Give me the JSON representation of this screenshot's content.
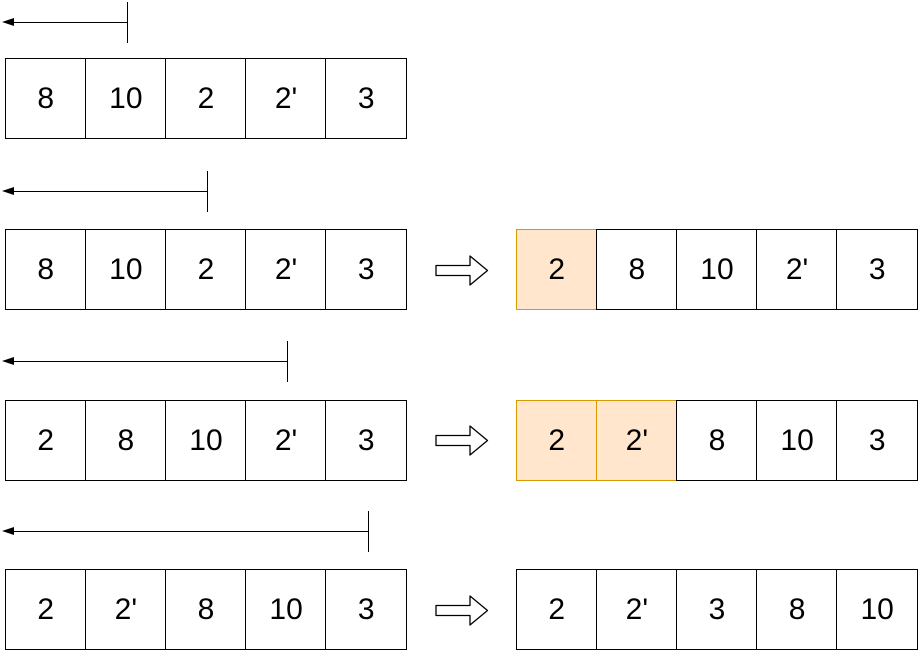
{
  "diagram": "insertion-sort-steps",
  "colors": {
    "highlight_fill": "#FFE6CC",
    "highlight_border": "#D79B00",
    "line": "#000000",
    "text": "#000000",
    "background": "#FFFFFF"
  },
  "steps": [
    {
      "left_array": [
        "8",
        "10",
        "2",
        "2'",
        "3"
      ],
      "right_array": null,
      "highlighted_indices": []
    },
    {
      "left_array": [
        "8",
        "10",
        "2",
        "2'",
        "3"
      ],
      "right_array": [
        "2",
        "8",
        "10",
        "2'",
        "3"
      ],
      "highlighted_indices": [
        0
      ]
    },
    {
      "left_array": [
        "2",
        "8",
        "10",
        "2'",
        "3"
      ],
      "right_array": [
        "2",
        "2'",
        "8",
        "10",
        "3"
      ],
      "highlighted_indices": [
        0,
        1
      ]
    },
    {
      "left_array": [
        "2",
        "2'",
        "8",
        "10",
        "3"
      ],
      "right_array": [
        "2",
        "2'",
        "3",
        "8",
        "10"
      ],
      "highlighted_indices": []
    }
  ]
}
